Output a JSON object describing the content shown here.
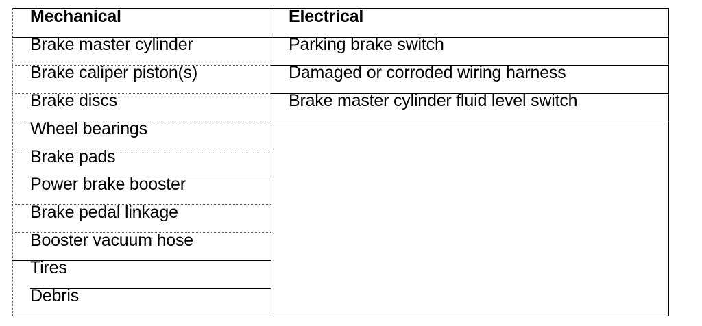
{
  "table": {
    "headers": {
      "mechanical": "Mechanical",
      "electrical": "Electrical"
    },
    "mechanical": [
      "Brake master cylinder",
      "Brake caliper piston(s)",
      "Brake discs",
      "Wheel bearings",
      "Brake pads",
      "Power brake booster",
      "Brake pedal linkage",
      "Booster vacuum hose",
      "Tires",
      "Debris"
    ],
    "electrical": [
      "Parking brake switch",
      "Damaged or corroded wiring harness",
      "Brake master cylinder fluid level switch"
    ]
  }
}
